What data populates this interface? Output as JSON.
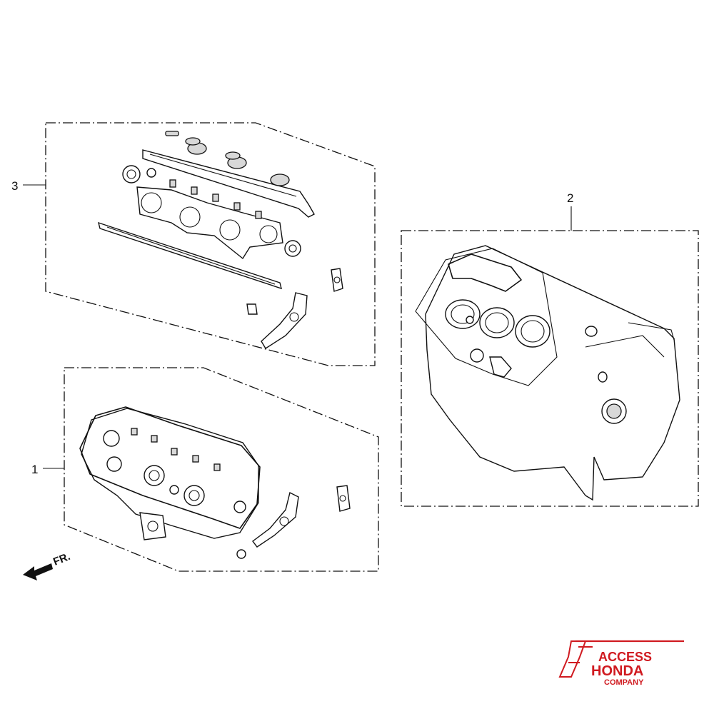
{
  "callouts": {
    "part_1": "1",
    "part_2": "2",
    "part_3": "3"
  },
  "direction": {
    "label": "FR.",
    "icon": "front-direction-arrow-icon"
  },
  "brand": {
    "line1": "ACCESS",
    "line2": "HONDA",
    "line3": "COMPANY",
    "color": "#d01a20"
  }
}
